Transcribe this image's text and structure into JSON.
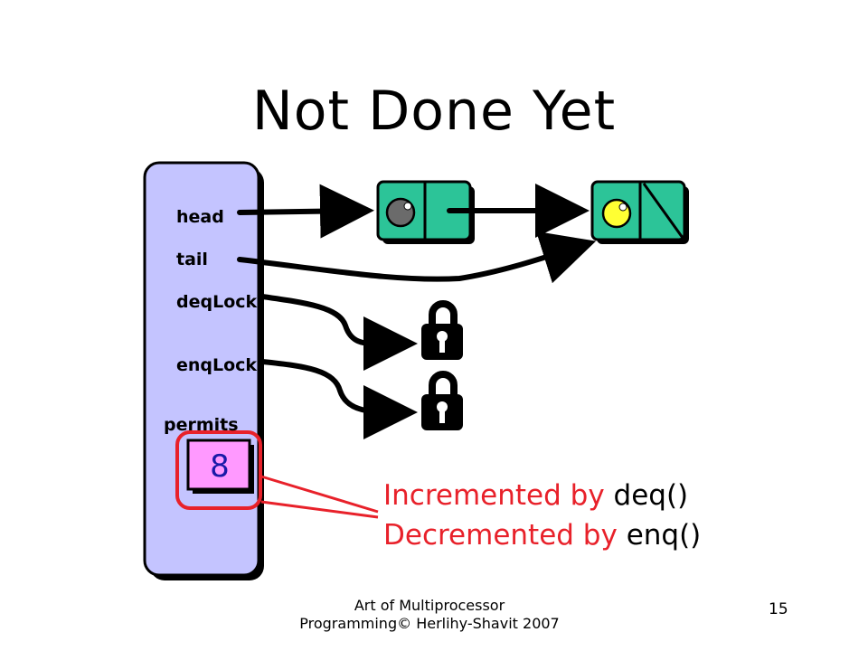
{
  "slide": {
    "title": "Not Done Yet",
    "fields": {
      "head": "head",
      "tail": "tail",
      "deq_lock": "deqLock",
      "enq_lock": "enqLock",
      "permits": "permits"
    },
    "permits_value": "8",
    "notes": {
      "incremented": {
        "text": "Incremented by",
        "call": "deq()"
      },
      "decremented": {
        "text": "Decremented by",
        "call": "enq()"
      }
    },
    "footer": "Art of Multiprocessor Programming© Herlihy-Shavit 2007",
    "page_number": "15"
  },
  "colors": {
    "queue_panel": "#c4c4ff",
    "node_fill": "#2cc498",
    "permits_box": "#ff99ff",
    "highlight": "#e8212a",
    "sentinel_ball": "#6b6b6b",
    "value_ball": "#ffff33"
  },
  "icons": [
    "lock-icon",
    "lock-icon"
  ]
}
